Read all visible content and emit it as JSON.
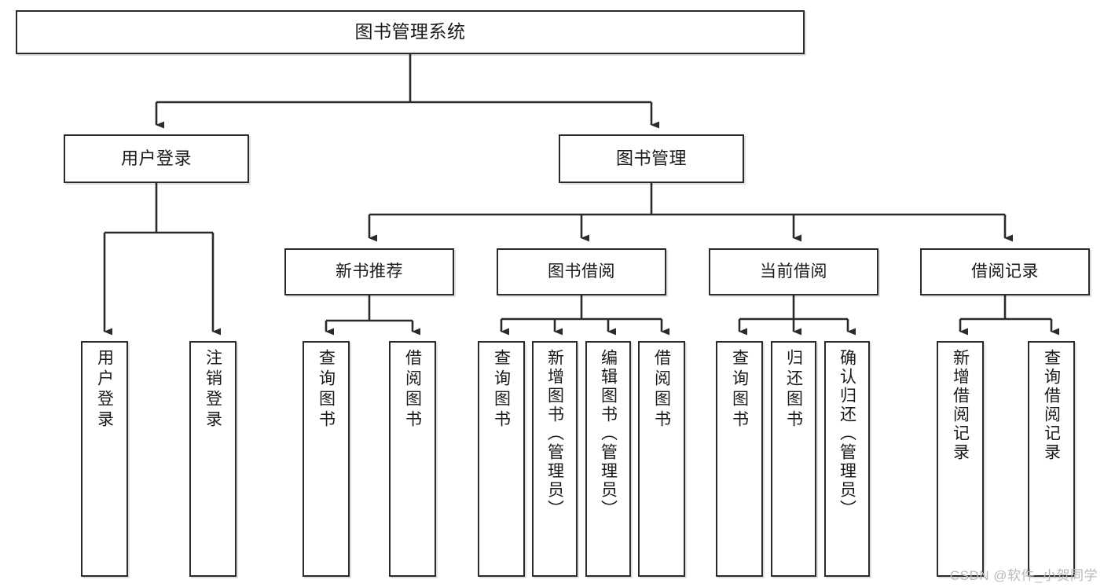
{
  "diagram": {
    "type": "tree-hierarchy",
    "title": "图书管理系统",
    "watermark": "CSDN @软件_小贺同学",
    "colors": {
      "stroke": "#2b2b2b",
      "fill": "#ffffff",
      "text": "#1a1a1a",
      "watermark": "#b9b9b9"
    },
    "nodes": {
      "root": {
        "label": "图书管理系统"
      },
      "level1": [
        {
          "id": "user-login",
          "label": "用户登录"
        },
        {
          "id": "book-manage",
          "label": "图书管理"
        }
      ],
      "level2": [
        {
          "id": "new-book-rec",
          "label": "新书推荐"
        },
        {
          "id": "book-borrow",
          "label": "图书借阅"
        },
        {
          "id": "current-borrow",
          "label": "当前借阅"
        },
        {
          "id": "borrow-record",
          "label": "借阅记录"
        }
      ],
      "leaves": {
        "user-login": [
          {
            "id": "leaf-user-login",
            "label": "用户登录"
          },
          {
            "id": "leaf-logout",
            "label": "注销登录"
          }
        ],
        "new-book-rec": [
          {
            "id": "leaf-query-book-1",
            "label": "查询图书"
          },
          {
            "id": "leaf-borrow-book-1",
            "label": "借阅图书"
          }
        ],
        "book-borrow": [
          {
            "id": "leaf-query-book-2",
            "label": "查询图书"
          },
          {
            "id": "leaf-add-book",
            "label": "新增图书（管理员）"
          },
          {
            "id": "leaf-edit-book",
            "label": "编辑图书（管理员）"
          },
          {
            "id": "leaf-borrow-book-2",
            "label": "借阅图书"
          }
        ],
        "current-borrow": [
          {
            "id": "leaf-query-book-3",
            "label": "查询图书"
          },
          {
            "id": "leaf-return-book",
            "label": "归还图书"
          },
          {
            "id": "leaf-confirm-return",
            "label": "确认归还（管理员）"
          }
        ],
        "borrow-record": [
          {
            "id": "leaf-add-record",
            "label": "新增借阅记录"
          },
          {
            "id": "leaf-query-record",
            "label": "查询借阅记录"
          }
        ]
      }
    }
  }
}
